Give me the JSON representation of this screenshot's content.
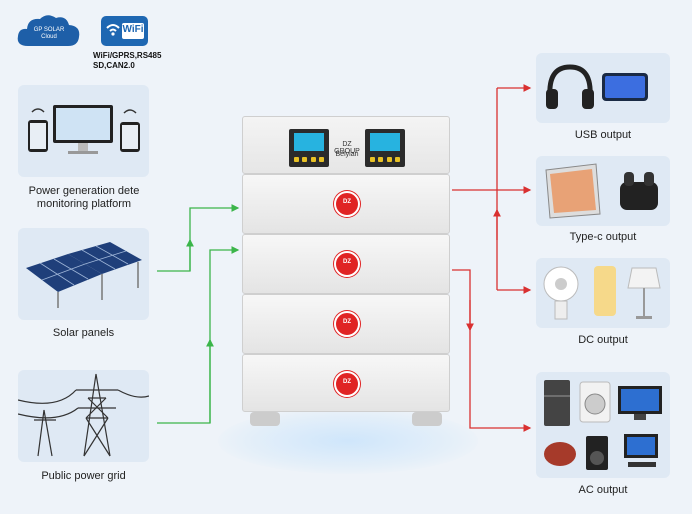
{
  "cloud": {
    "line1": "GP SOLAR",
    "line2": "Cloud"
  },
  "wifi": {
    "badge": "WiFi",
    "protocols_line1": "WiFi/GPRS,RS485",
    "protocols_line2": "SD,CAN2.0"
  },
  "inputs": {
    "monitoring_line1": "Power generation dete",
    "monitoring_line2": "monitoring platform",
    "solar": "Solar panels",
    "grid": "Public power grid"
  },
  "battery": {
    "brand_line1": "DZ GROUP",
    "brand_line2": "Belyian",
    "badge_text": "DZ"
  },
  "outputs": {
    "usb": "USB output",
    "typec": "Type-c output",
    "dc": "DC output",
    "ac": "AC output"
  },
  "colors": {
    "green_arrow": "#3bb54a",
    "red_arrow": "#d93030",
    "panel": "#dfe9f4",
    "brand_blue": "#1e67b2"
  }
}
